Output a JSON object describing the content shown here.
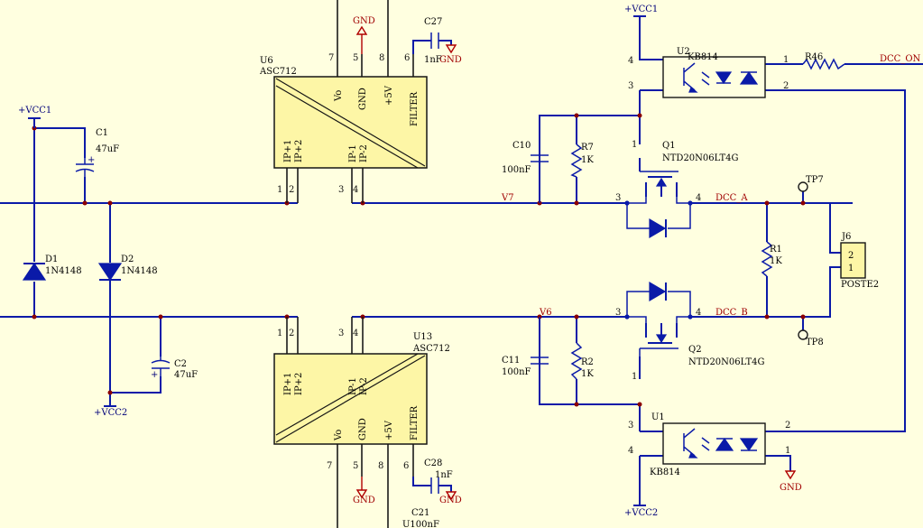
{
  "power": {
    "vcc1": "+VCC1",
    "vcc2": "+VCC2",
    "gnd": "GND"
  },
  "u6": {
    "ref": "U6",
    "value": "ASC712",
    "pins_top": [
      "Vo",
      "GND",
      "+5V",
      "FILTER"
    ],
    "pins_bottom": [
      "IP+1",
      "IP+2",
      "IP-1",
      "IP-2"
    ],
    "pin_numbers_top": [
      "7",
      "5",
      "8",
      "6"
    ],
    "pin_numbers_bottom": [
      "1",
      "2",
      "3",
      "4"
    ]
  },
  "u13": {
    "ref": "U13",
    "value": "ASC712",
    "pins_top": [
      "IP+1",
      "IP+2",
      "IP-1",
      "IP-2"
    ],
    "pins_bottom": [
      "Vo",
      "GND",
      "+5V",
      "FILTER"
    ],
    "pin_numbers_top": [
      "1",
      "2",
      "3",
      "4"
    ],
    "pin_numbers_bottom": [
      "7",
      "5",
      "8",
      "6"
    ]
  },
  "c27": {
    "ref": "C27",
    "value": "1nF"
  },
  "c28": {
    "ref": "C28",
    "value": "1nF"
  },
  "c21": {
    "ref": "C21",
    "value": "U100nF"
  },
  "c1": {
    "ref": "C1",
    "value": "47uF"
  },
  "c2": {
    "ref": "C2",
    "value": "47uF"
  },
  "d1": {
    "ref": "D1",
    "value": "1N4148"
  },
  "d2": {
    "ref": "D2",
    "value": "1N4148"
  },
  "c10": {
    "ref": "C10",
    "value": "100nF"
  },
  "c11": {
    "ref": "C11",
    "value": "100nF"
  },
  "r7": {
    "ref": "R7",
    "value": "1K"
  },
  "r2": {
    "ref": "R2",
    "value": "1K"
  },
  "r1": {
    "ref": "R1",
    "value": "1K"
  },
  "r46": {
    "ref": "R46"
  },
  "q1": {
    "ref": "Q1",
    "value": "NTD20N06LT4G",
    "pins": [
      "1",
      "3",
      "4"
    ]
  },
  "q2": {
    "ref": "Q2",
    "value": "NTD20N06LT4G",
    "pins": [
      "1",
      "3",
      "4"
    ]
  },
  "u2": {
    "ref": "U2",
    "value": "KB814",
    "pins": [
      "4",
      "3",
      "1",
      "2"
    ]
  },
  "u1": {
    "ref": "U1",
    "value": "KB814",
    "pins": [
      "3",
      "4",
      "2",
      "1"
    ]
  },
  "j6": {
    "ref": "J6",
    "value": "POSTE2",
    "pins": [
      "2",
      "1"
    ]
  },
  "tp7": {
    "ref": "TP7"
  },
  "tp8": {
    "ref": "TP8"
  },
  "nets": {
    "v7": "V7",
    "v6": "V6",
    "dcc_a": "DCC_A",
    "dcc_b": "DCC_B",
    "dcc_on": "DCC_ON"
  }
}
